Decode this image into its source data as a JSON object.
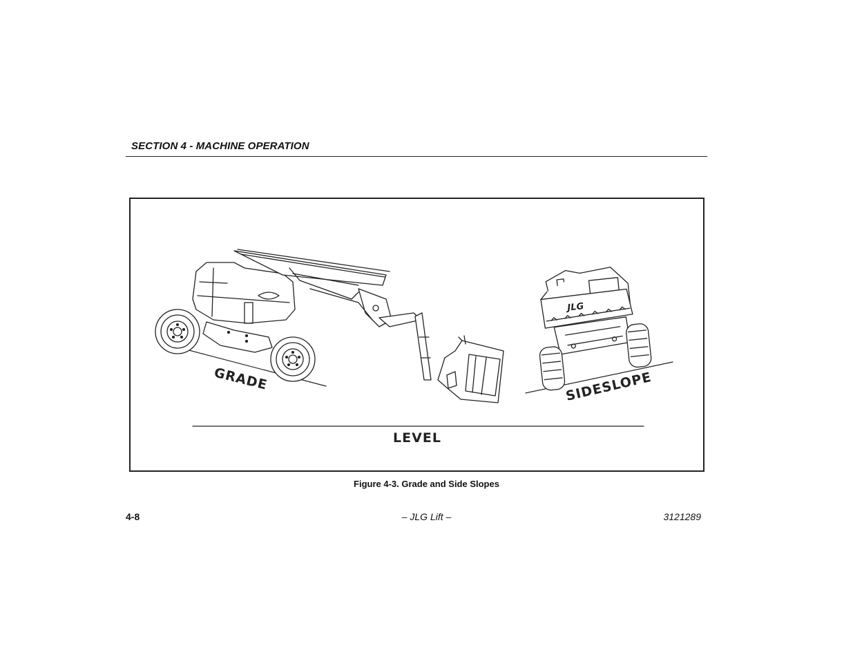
{
  "header": {
    "section_title": "SECTION 4 - MACHINE OPERATION"
  },
  "figure": {
    "labels": {
      "grade": "GRADE",
      "sideslope": "SIDESLOPE",
      "level": "LEVEL"
    },
    "caption": "Figure 4-3. Grade and Side Slopes"
  },
  "footer": {
    "page_number": "4-8",
    "title": "– JLG Lift –",
    "doc_number": "3121289"
  }
}
